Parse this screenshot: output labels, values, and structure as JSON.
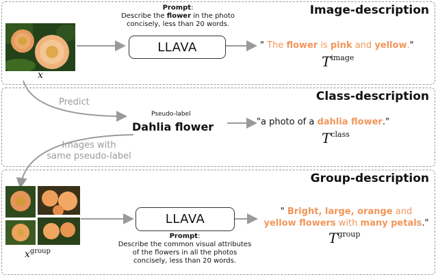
{
  "image_section": {
    "title": "Image-description",
    "prompt_label": "Prompt",
    "prompt_line1_pre": "Describe the ",
    "prompt_line1_bold": "flower",
    "prompt_line1_post": " in the photo",
    "prompt_line2": "concisely, less than 20 words.",
    "model": "LLAVA",
    "output": {
      "open_quote": "\"",
      "p1": " The ",
      "w1": "flower",
      "p2": " is ",
      "w2": "pink",
      "p3": " and ",
      "w3": "yellow",
      "p4": ".",
      "close_quote": "\""
    },
    "input_symbol": "x",
    "text_symbol": "T",
    "text_sup": "image"
  },
  "class_section": {
    "title": "Class-description",
    "arrow_label": "Predict",
    "pseudo_label_caption": "Pseudo-label",
    "pseudo_label": "Dahlia flower",
    "output_pre": "\"a photo of a ",
    "output_hl": "dahlia flower",
    "output_post": ".\"",
    "text_symbol": "T",
    "text_sup": "class",
    "arrow_label2_line1": "Images with",
    "arrow_label2_line2": "same pseudo-label"
  },
  "group_section": {
    "title": "Group-description",
    "model": "LLAVA",
    "prompt_label": "Prompt",
    "prompt_line1": "Describe the common visual attributes",
    "prompt_line2": "of the flowers in all the photos",
    "prompt_line3": "concisely, less than 20 words.",
    "output": {
      "q1": "\" ",
      "w1": "Bright, large, orange",
      "p1": " and",
      "w2": "yellow flowers",
      "p2": " with ",
      "w3": "many petals",
      "p3": ".\""
    },
    "input_symbol": "x",
    "input_sup": "group",
    "text_symbol": "T",
    "text_sup": "group"
  },
  "colors": {
    "highlight": "#f0965a",
    "arrow_grey": "#9a9a9a",
    "border": "#9a9a9a"
  }
}
